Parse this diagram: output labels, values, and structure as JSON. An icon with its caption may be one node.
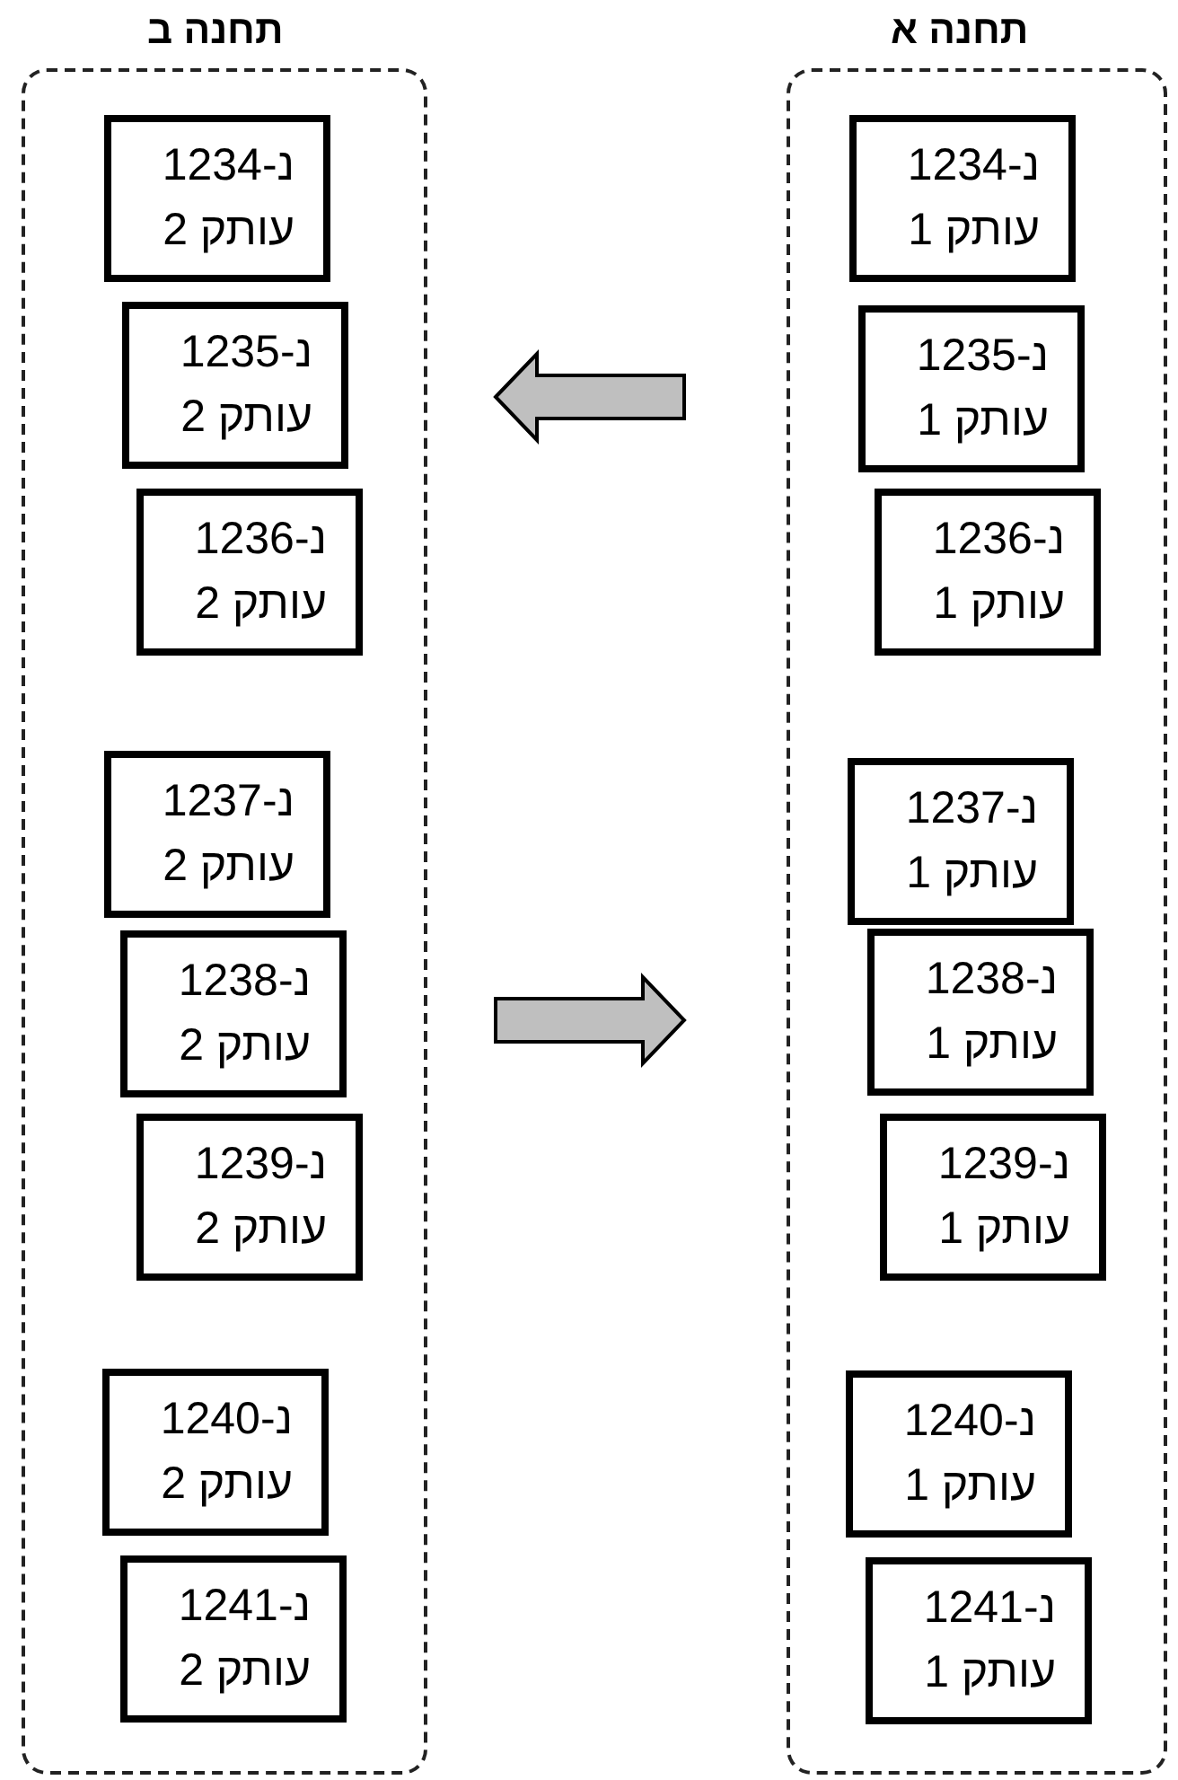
{
  "diagram": {
    "nodes": [
      {
        "text": [
          "תחנה א"
        ]
      },
      {
        "text": [
          "נ-1234",
          "עותק 1"
        ],
        "in": 0
      },
      {
        "text": [
          "נ-1235",
          "עותק 1"
        ],
        "in": 0
      },
      {
        "text": [
          "נ-1236",
          "עותק 1"
        ],
        "in": 0
      },
      {
        "text": [
          "נ-1237",
          "עותק 1"
        ],
        "in": 0
      },
      {
        "text": [
          "נ-1238",
          "עותק 1"
        ],
        "in": 0
      },
      {
        "text": [
          "נ-1239",
          "עותק 1"
        ],
        "in": 0
      },
      {
        "text": [
          "נ-1240",
          "עותק 1"
        ],
        "in": 0
      },
      {
        "text": [
          "נ-1241",
          "עותק 1"
        ],
        "in": 0
      },
      {
        "text": [
          "תחנה ב"
        ]
      },
      {
        "text": [
          "נ-1234",
          "עותק 2"
        ],
        "in": 9
      },
      {
        "text": [
          "נ-1235",
          "עותק 2"
        ],
        "in": 9
      },
      {
        "text": [
          "נ-1236",
          "עותק 2"
        ],
        "in": 9
      },
      {
        "text": [
          "נ-1237",
          "עותק 2"
        ],
        "in": 9
      },
      {
        "text": [
          "נ-1238",
          "עותק 2"
        ],
        "in": 9
      },
      {
        "text": [
          "נ-1239",
          "עותק 2"
        ],
        "in": 9
      },
      {
        "text": [
          "נ-1240",
          "עותק 2"
        ],
        "in": 9
      },
      {
        "text": [
          "נ-1241",
          "עותק 2"
        ],
        "in": 9
      }
    ],
    "edges": [
      {
        "from": 0,
        "to": 9,
        "arrow": "to"
      },
      {
        "from": 9,
        "to": 0,
        "arrow": "to"
      }
    ]
  }
}
